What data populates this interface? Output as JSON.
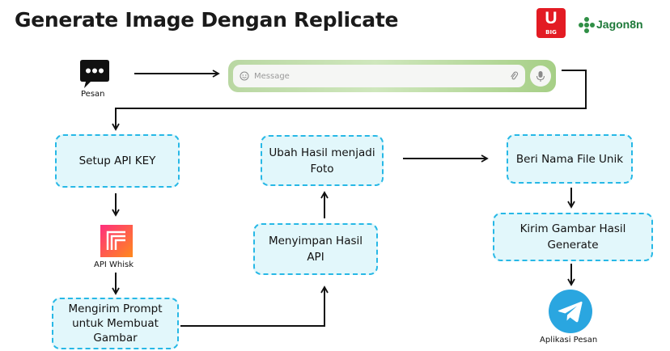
{
  "title": "Generate Image Dengan Replicate",
  "logos": {
    "ubig_letter": "U",
    "ubig_sub": "BIG",
    "jagon": "Jagon8n"
  },
  "input": {
    "label": "Pesan",
    "placeholder": "Message"
  },
  "nodes": {
    "setup": "Setup API KEY",
    "api_whisk": "API Whisk",
    "kirim_prompt": "Mengirim Prompt untuk Membuat Gambar",
    "simpan": "Menyimpan Hasil API",
    "ubah": "Ubah Hasil menjadi Foto",
    "nama_file": "Beri Nama File Unik",
    "kirim_gambar": "Kirim Gambar Hasil Generate",
    "aplikasi": "Aplikasi Pesan"
  },
  "colors": {
    "box_fill": "#e2f7fb",
    "box_border": "#27b8e6",
    "whisk_a": "#ff2e7e",
    "whisk_b": "#ff8a1c",
    "telegram": "#2aa6e0"
  }
}
